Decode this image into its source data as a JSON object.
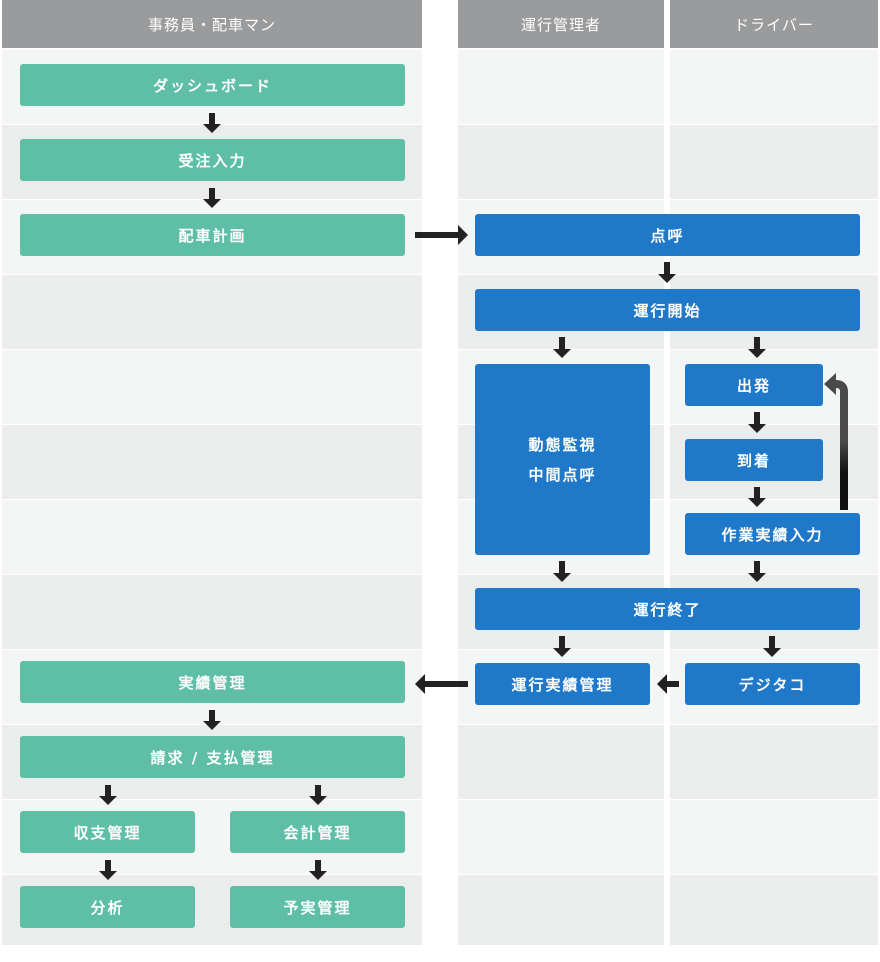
{
  "lanes": {
    "staff": "事務員・配車マン",
    "manager": "運行管理者",
    "driver": "ドライバー"
  },
  "nodes": {
    "dashboard": "ダッシュボード",
    "order_entry": "受注入力",
    "dispatch_plan": "配車計画",
    "roll_call": "点呼",
    "operation_start": "運行開始",
    "monitoring_line1": "動態監視",
    "monitoring_line2": "中間点呼",
    "departure": "出発",
    "arrival": "到着",
    "work_record_entry": "作業実績入力",
    "operation_end": "運行終了",
    "operation_record_mgmt": "運行実績管理",
    "digital_tacho": "デジタコ",
    "record_mgmt": "実績管理",
    "billing_payment_mgmt": "請求 / 支払管理",
    "balance_mgmt": "収支管理",
    "accounting_mgmt": "会計管理",
    "analysis": "分析",
    "budget_mgmt": "予実管理"
  },
  "colors": {
    "header": "#9a9b9c",
    "staff_node": "#5fbfa6",
    "manager_node": "#1f78c8",
    "arrow": "#222222",
    "band_light": "#f4f5f5",
    "band_dark": "#ebecec"
  }
}
